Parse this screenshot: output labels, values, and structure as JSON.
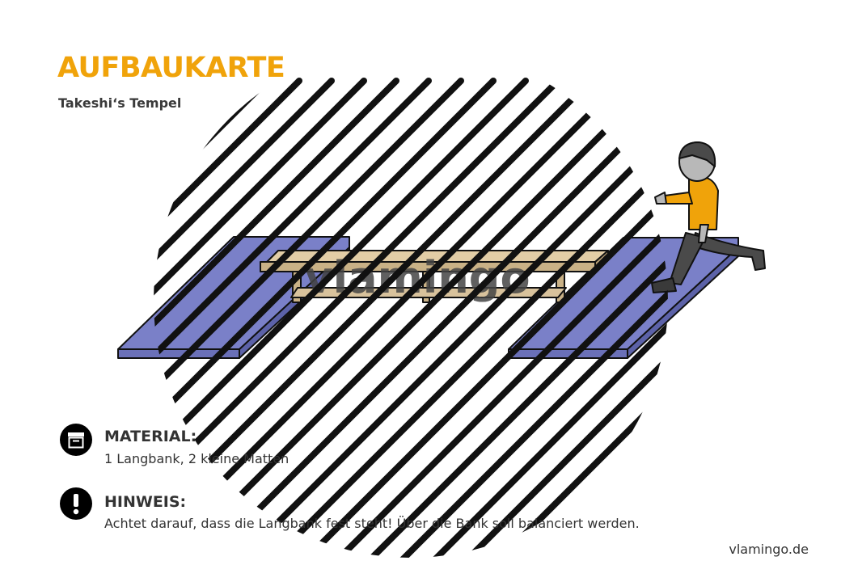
{
  "header": {
    "title": "AUFBAUKARTE",
    "subtitle": "Takeshi‘s Tempel"
  },
  "illustration": {
    "watermark": "vlamingo",
    "colors": {
      "accent": "#F0A30A",
      "mat": "#7A80C8",
      "bench": "#D8C29C",
      "stripes": "#111111"
    }
  },
  "material": {
    "icon": "archive-box-icon",
    "label": "MATERIAL:",
    "text": "1 Langbank, 2 kleine Matten"
  },
  "notice": {
    "icon": "exclamation-icon",
    "label": "HINWEIS:",
    "text": "Achtet darauf, dass die Langbank fest steht! Über die Bank soll balanciert werden."
  },
  "footer": {
    "website": "vlamingo.de"
  }
}
